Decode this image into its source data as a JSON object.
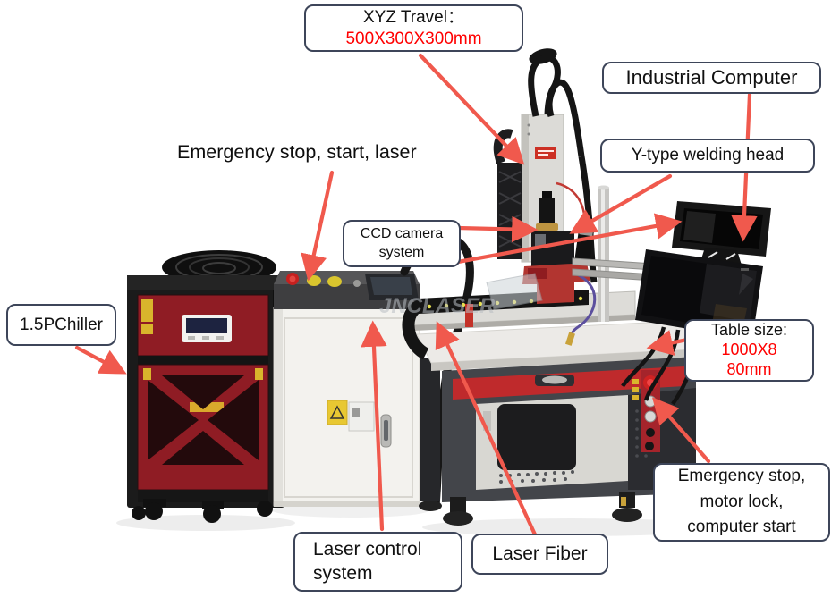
{
  "annotation": {
    "box_border_color": "#3d4559",
    "arrow_color": "#f0594d",
    "highlight_color": "#ff0000",
    "text_color": "#111111"
  },
  "watermark": "JNCLASER",
  "labels": {
    "xyz_travel": {
      "title": "XYZ Travel：",
      "value": "500X300X300mm"
    },
    "industrial_computer": {
      "text": "Industrial Computer"
    },
    "y_type_welding_head": {
      "text": "Y-type welding head"
    },
    "emergency_stop_start_laser": {
      "text": "Emergency stop, start, laser"
    },
    "ccd_camera_system": {
      "line1": "CCD camera",
      "line2": "system"
    },
    "chiller": {
      "text": "1.5PChiller"
    },
    "table_size": {
      "title": "Table size:",
      "value_line1": "1000X8",
      "value_line2": "80mm"
    },
    "emergency_motor_computer": {
      "line1": "Emergency stop,",
      "line2": "motor lock,",
      "line3": "computer start"
    },
    "laser_control_system": {
      "line1": "Laser control",
      "line2": "system"
    },
    "laser_fiber": {
      "text": "Laser Fiber"
    }
  }
}
